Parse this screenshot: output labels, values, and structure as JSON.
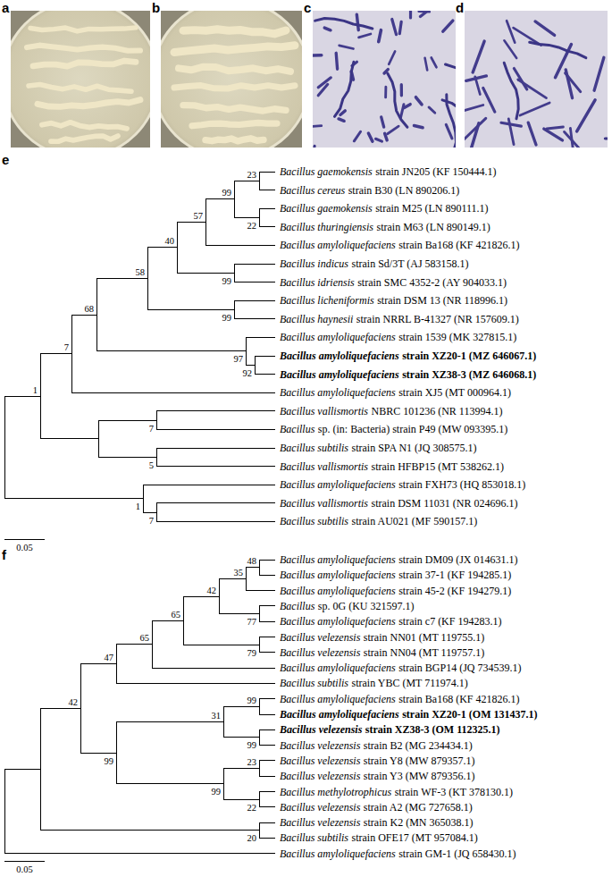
{
  "diagram": {
    "labels": [
      "a",
      "b",
      "c",
      "d",
      "e",
      "Bacillus gaemokensis",
      "strain JN205 (KF 150444.1)",
      "Bacillus cereus",
      "strain B30 (LN 890206.1)",
      "Bacillus gaemokensis",
      "strain M25 (LN 890111.1)",
      "Bacillus thuringiensis",
      "strain M63 (LN 890149.1)",
      "Bacillus amyloliquefaciens",
      "strain Ba168 (KF 421826.1)",
      "Bacillus indicus",
      "strain Sd/3T (AJ 583158.1)",
      "Bacillus idriensis",
      "strain SMC 4352-2 (AY 904033.1)",
      "Bacillus licheniformis",
      "strain DSM 13 (NR 118996.1)",
      "Bacillus haynesii",
      "strain NRRL B-41327 (NR 157609.1)",
      "Bacillus amyloliquefaciens",
      "strain 1539 (MK 327815.1)",
      "Bacillus amyloliquefaciens",
      "strain XZ20-1 (MZ 646067.1)",
      "Bacillus amyloliquefaciens",
      "strain XZ38-3 (MZ 646068.1)",
      "Bacillus amyloliquefaciens",
      "strain XJ5 (MT 000964.1)",
      "Bacillus vallismortis",
      "NBRC 101236 (NR 113994.1)",
      "Bacillus",
      "sp. (in: Bacteria) strain P49 (MW 093395.1)",
      "Bacillus subtilis",
      "strain SPA N1 (JQ 308575.1)",
      "Bacillus vallismortis",
      "strain HFBP15 (MT 538262.1)",
      "Bacillus amyloliquefaciens",
      "strain FXH73 (HQ 853018.1)",
      "Bacillus vallismortis",
      "strain DSM 11031 (NR 024696.1)",
      "Bacillus subtilis",
      "strain AU021 (MF 590157.1)",
      "23",
      "99",
      "57",
      "22",
      "40",
      "99",
      "58",
      "99",
      "68",
      "97",
      "92",
      "7",
      "1",
      "7",
      "5",
      "1",
      "7",
      "0.05",
      "f",
      "Bacillus amyloliquefaciens",
      "strain DM09 (JX 014631.1)",
      "Bacillus amyloliquefaciens",
      "strain 37-1 (KF 194285.1)",
      "Bacillus amyloliquefaciens",
      "strain 45-2 (KF 194279.1)",
      "Bacillus",
      "sp. 0G (KU 321597.1)",
      "Bacillus amyloliquefaciens",
      "strain c7 (KF 194283.1)",
      "Bacillus velezensis",
      "strain NN01 (MT 119755.1)",
      "Bacillus velezensis",
      "strain NN04 (MT 119757.1)",
      "Bacillus amyloliquefaciens",
      "strain BGP14 (JQ 734539.1)",
      "Bacillus subtilis",
      "strain YBC (MT 711974.1)",
      "Bacillus amyloliquefaciens",
      "strain Ba168 (KF 421826.1)",
      "Bacillus amyloliquefaciens",
      "strain XZ20-1 (OM 131437.1)",
      "Bacillus velezensis",
      "strain XZ38-3 (OM 112325.1)",
      "Bacillus velezensis",
      "strain B2 (MG 234434.1)",
      "Bacillus velezensis",
      "strain Y8 (MW 879357.1)",
      "Bacillus velezensis",
      "strain Y3 (MW 879356.1)",
      "Bacillus methylotrophicus",
      "strain WF-3 (KT 378130.1)",
      "Bacillus velezensis",
      "strain A2 (MG 727658.1)",
      "Bacillus velezensis",
      "strain K2 (MN 365038.1)",
      "Bacillus subtilis",
      "strain OFE17 (MT 957084.1)",
      "Bacillus amyloliquefaciens",
      "strain GM-1 (JQ 658430.1)",
      "48",
      "35",
      "42",
      "77",
      "65",
      "79",
      "65",
      "47",
      "99",
      "31",
      "99",
      "23",
      "99",
      "99",
      "22",
      "20",
      "42",
      "0.05"
    ]
  }
}
